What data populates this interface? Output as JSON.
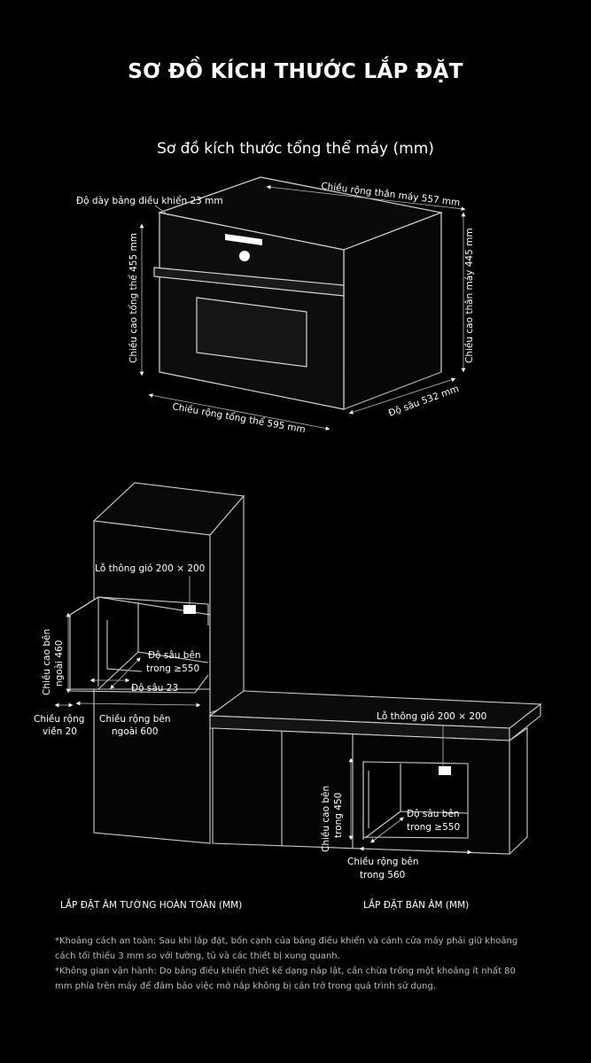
{
  "title": "SƠ ĐỒ KÍCH THƯỚC LẮP ĐẶT",
  "subtitle": "Sơ đồ kích thước tổng thể máy (mm)",
  "oven": {
    "panel_thickness": "Độ dày bảng điều khiển 23 mm",
    "body_width": "Chiều rộng thân máy 557 mm",
    "overall_height": "Chiều cao tổng thể 455 mm",
    "body_height": "Chiều cao thân máy 445 mm",
    "overall_width": "Chiều rộng tổng thể 595 mm",
    "depth": "Độ sâu 532 mm"
  },
  "full_builtin": {
    "vent": "Lỗ thông gió 200 × 200",
    "outer_height_l1": "Chiều cao bên",
    "outer_height_l2": "ngoài 460",
    "inner_depth_l1": "Độ sâu bên",
    "inner_depth_l2": "trong ≥550",
    "depth": "Độ sâu 23",
    "border_width_l1": "Chiều rộng",
    "border_width_l2": "viền 20",
    "outer_width_l1": "Chiều rộng bên",
    "outer_width_l2": "ngoài 600",
    "caption": "LẮP ĐẶT ÂM TƯỜNG HOÀN TOÀN (MM)"
  },
  "semi_builtin": {
    "vent": "Lỗ thông gió 200 × 200",
    "inner_height_l1": "Chiều cao bên",
    "inner_height_l2": "trong 450",
    "inner_depth_l1": "Độ sâu bên",
    "inner_depth_l2": "trong ≥550",
    "inner_width_l1": "Chiều rộng bên",
    "inner_width_l2": "trong 560",
    "caption": "LẮP ĐẶT BÁN ÂM (MM)"
  },
  "notes": [
    "*Khoảng cách an toàn: Sau khi lắp đặt, bốn cạnh của bảng điều khiển và cánh cửa máy phải giữ khoảng cách tối thiểu 3 mm so với tường, tủ và các thiết bị xung quanh.",
    "*Không gian vận hành: Do bảng điều khiển thiết kế dạng nắp lật, cần chừa trống một khoảng ít nhất 80 mm phía trên máy để đảm bảo việc mở nắp không bị cản trở trong quá trình sử dụng."
  ]
}
